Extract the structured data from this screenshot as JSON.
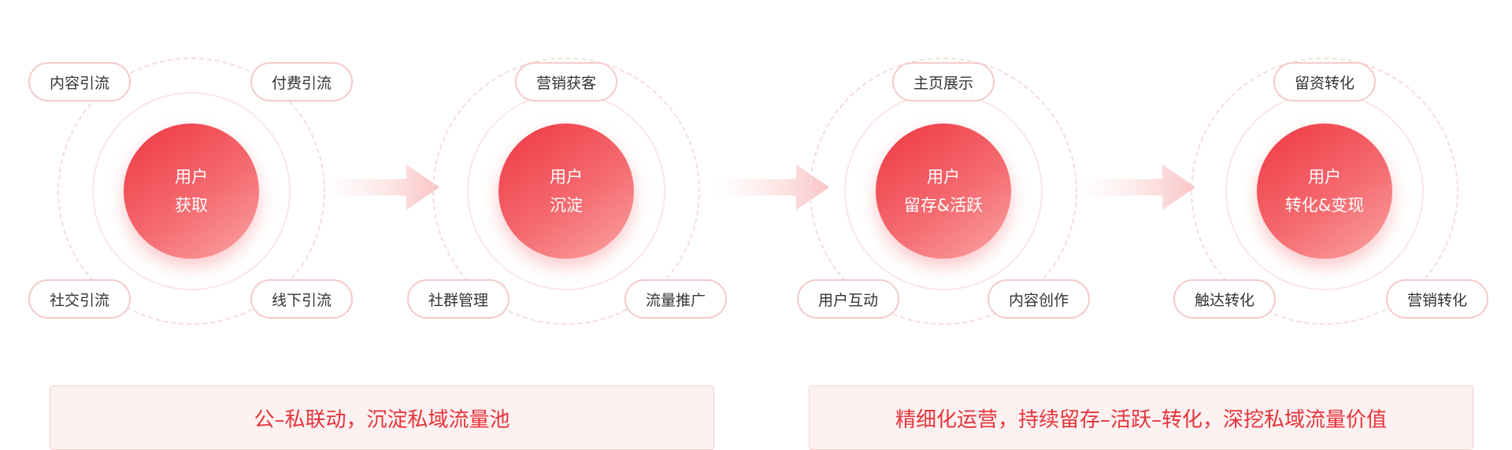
{
  "stages": [
    {
      "id": "acquire",
      "core": [
        "用户",
        "获取"
      ],
      "tags": [
        "内容引流",
        "付费引流",
        "社交引流",
        "线下引流"
      ]
    },
    {
      "id": "retain",
      "core": [
        "用户",
        "沉淀"
      ],
      "tags": [
        "营销获客",
        "社群管理",
        "流量推广"
      ]
    },
    {
      "id": "activate",
      "core": [
        "用户",
        "留存&活跃"
      ],
      "tags": [
        "主页展示",
        "用户互动",
        "内容创作"
      ]
    },
    {
      "id": "monetize",
      "core": [
        "用户",
        "转化&变现"
      ],
      "tags": [
        "留资转化",
        "触达转化",
        "营销转化"
      ]
    }
  ],
  "banners": [
    "公–私联动，沉淀私域流量池",
    "精细化运营，持续留存–活跃–转化，深挖私域流量价值"
  ],
  "colors": {
    "accent": "#e6343b",
    "core_gradient_start": "#ef3742",
    "core_gradient_end": "#fba4a4",
    "tag_border": "#f4caca",
    "banner_bg": "#fdf1f1"
  }
}
